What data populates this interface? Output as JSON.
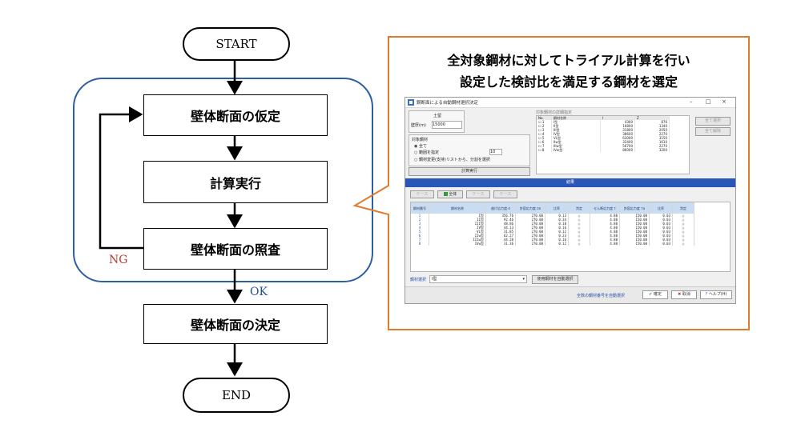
{
  "flowchart": {
    "start": "START",
    "end": "END",
    "steps": [
      "壁体断面の仮定",
      "計算実行",
      "壁体断面の照査",
      "壁体断面の決定"
    ],
    "ng_label": "NG",
    "ok_label": "OK"
  },
  "callout": {
    "title_line1": "全対象鋼材に対してトライアル計算を行い",
    "title_line2": "設定した検討比を満足する鋼材を選定",
    "screenshot": {
      "window_title": "鋼断面による自動鋼材選択決定",
      "window_controls": [
        "–",
        "□",
        "×"
      ],
      "type_label": "土留",
      "field_label": "壁厚(m)",
      "field_value": "15000",
      "radio_title": "対象鋼材",
      "radio_options": [
        "全て",
        "範囲を指定",
        "鋼材変更(支持)リストから、分割を選択"
      ],
      "range_value": "10",
      "calc_button": "計算実行",
      "list_header": "対象鋼材の詳細指定",
      "list_columns": [
        "No.",
        "鋼材名称",
        "I",
        "Z"
      ],
      "list_rows": [
        [
          "1",
          "I型",
          "4360",
          "876"
        ],
        [
          "2",
          "II型",
          "16800",
          "1340"
        ],
        [
          "3",
          "III型",
          "31800",
          "2050"
        ],
        [
          "4",
          "IV型",
          "38600",
          "2270"
        ],
        [
          "5",
          "VL型",
          "63000",
          "3150"
        ],
        [
          "6",
          "IIw型",
          "32400",
          "1610"
        ],
        [
          "7",
          "IIIw型",
          "56700",
          "2270"
        ],
        [
          "8",
          "IVw型",
          "86000",
          "3200"
        ]
      ],
      "side_buttons": [
        "全て選択",
        "全て解除"
      ],
      "result_bar": "結果",
      "tabs": [
        "ケース",
        "全体",
        "ケース",
        "ケース"
      ],
      "result_headers": [
        "鋼材番号",
        "鋼材名称",
        "曲げ応力度 σ",
        "許容応力度 σa",
        "比率",
        "判定",
        "せん断応力度 τ",
        "許容応力度 τa",
        "比率",
        "判定"
      ],
      "result_rows": [
        [
          "1",
          "I型",
          "356.76",
          "270.00",
          "0.13",
          "○",
          "4.80",
          "150.00",
          "0.03",
          "○"
        ],
        [
          "2",
          "II型",
          "92.46",
          "270.00",
          "0.34",
          "○",
          "4.80",
          "150.00",
          "0.03",
          "○"
        ],
        [
          "3",
          "III型",
          "48.86",
          "270.00",
          "0.18",
          "○",
          "4.80",
          "150.00",
          "0.03",
          "○"
        ],
        [
          "4",
          "IV型",
          "44.13",
          "270.00",
          "0.16",
          "○",
          "4.80",
          "150.00",
          "0.03",
          "○"
        ],
        [
          "5",
          "VL型",
          "31.85",
          "270.00",
          "0.12",
          "○",
          "4.80",
          "150.00",
          "0.03",
          "○"
        ],
        [
          "6",
          "IIw型",
          "62.27",
          "270.00",
          "0.23",
          "○",
          "4.80",
          "150.00",
          "0.03",
          "○"
        ],
        [
          "7",
          "IIIw型",
          "44.20",
          "270.00",
          "0.16",
          "○",
          "4.80",
          "150.00",
          "0.03",
          "○"
        ],
        [
          "8",
          "IVw型",
          "31.36",
          "270.00",
          "0.12",
          "○",
          "4.80",
          "150.00",
          "0.03",
          "○"
        ]
      ],
      "select_label": "鋼材選択",
      "select_value": "I型",
      "apply_button": "使用鋼材を自動選択",
      "footer_link": "全数の鋼材番号を自動選択",
      "footer_buttons": [
        "確定",
        "取消",
        "ヘルプ(H)"
      ]
    }
  },
  "colors": {
    "loop_frame": "#2e5fa3",
    "callout_frame": "#e07b2c",
    "ng": "#c0392b",
    "ok": "#1f4e8c"
  }
}
